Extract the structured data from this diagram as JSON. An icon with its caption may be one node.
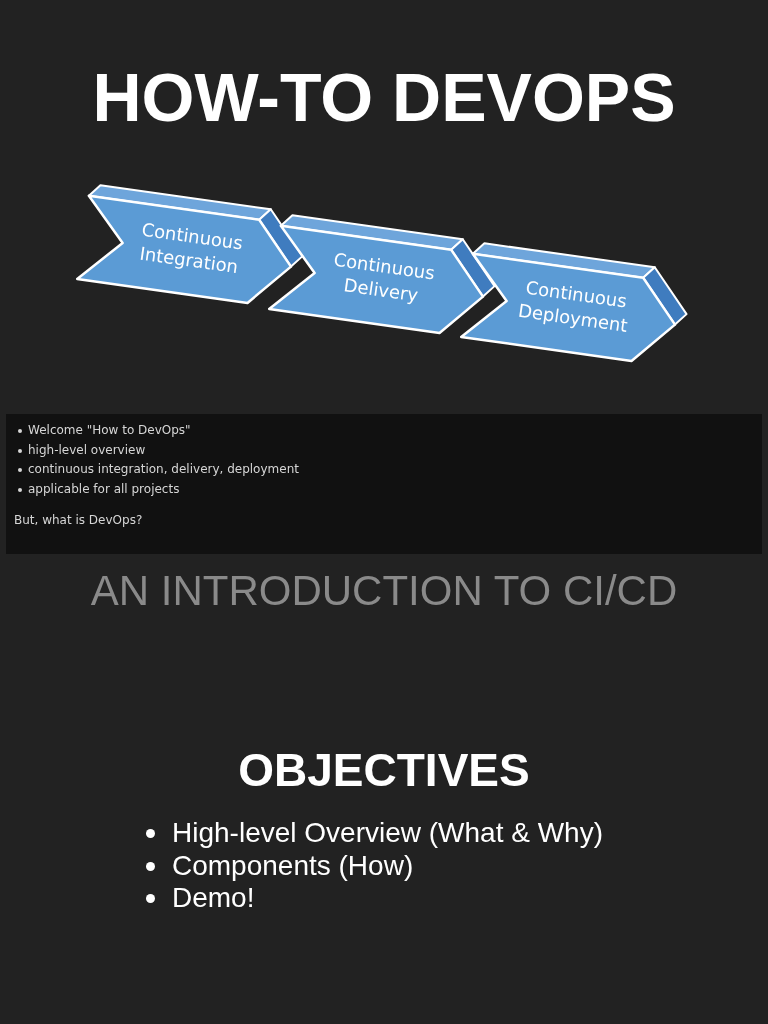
{
  "diagram": {
    "title": "HOW-TO DEVOPS",
    "nodes": [
      {
        "text": [
          "Continuous Integration"
        ]
      },
      {
        "text": [
          "Continuous Delivery"
        ]
      },
      {
        "text": [
          "Continuous Deployment"
        ]
      },
      {
        "text": [
          "Welcome \"How to DevOps\"",
          "high-level overview",
          "continuous integration, delivery, deployment",
          "applicable for all projects",
          "But, what is DevOps?"
        ]
      }
    ],
    "labels": [
      "AN INTRODUCTION TO CI/CD",
      "OBJECTIVES",
      "High-level Overview (What & Why)",
      "Components (How)",
      "Demo!"
    ]
  }
}
